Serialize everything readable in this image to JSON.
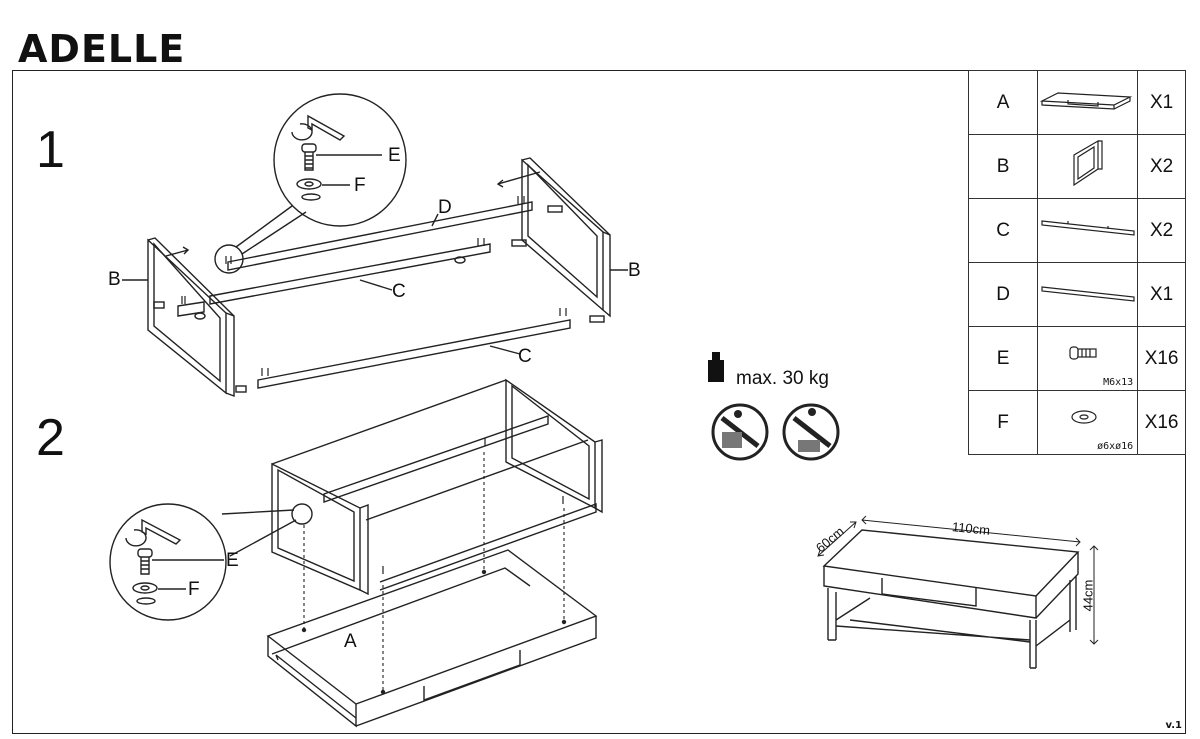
{
  "title": "ADELLE",
  "steps": [
    "1",
    "2"
  ],
  "callouts": {
    "step1": {
      "e": "E",
      "f": "F",
      "d": "D",
      "b_left": "B",
      "b_right": "B",
      "c_upper": "C",
      "c_lower": "C"
    },
    "step2": {
      "e": "E",
      "f": "F",
      "a": "A"
    }
  },
  "parts": [
    {
      "label": "A",
      "qty": "X1",
      "spec": "",
      "icon": "tabletop-icon"
    },
    {
      "label": "B",
      "qty": "X2",
      "spec": "",
      "icon": "side-frame-icon"
    },
    {
      "label": "C",
      "qty": "X2",
      "spec": "",
      "icon": "rail-c-icon"
    },
    {
      "label": "D",
      "qty": "X1",
      "spec": "",
      "icon": "rail-d-icon"
    },
    {
      "label": "E",
      "qty": "X16",
      "spec": "M6x13",
      "icon": "bolt-icon"
    },
    {
      "label": "F",
      "qty": "X16",
      "spec": "ø6xø16",
      "icon": "washer-icon"
    }
  ],
  "max_load": "max. 30 kg",
  "dimensions": {
    "width": "110cm",
    "depth": "60cm",
    "height": "44cm"
  },
  "version": "v.1",
  "warnings": [
    "no-climbing-icon",
    "no-standing-icon"
  ]
}
